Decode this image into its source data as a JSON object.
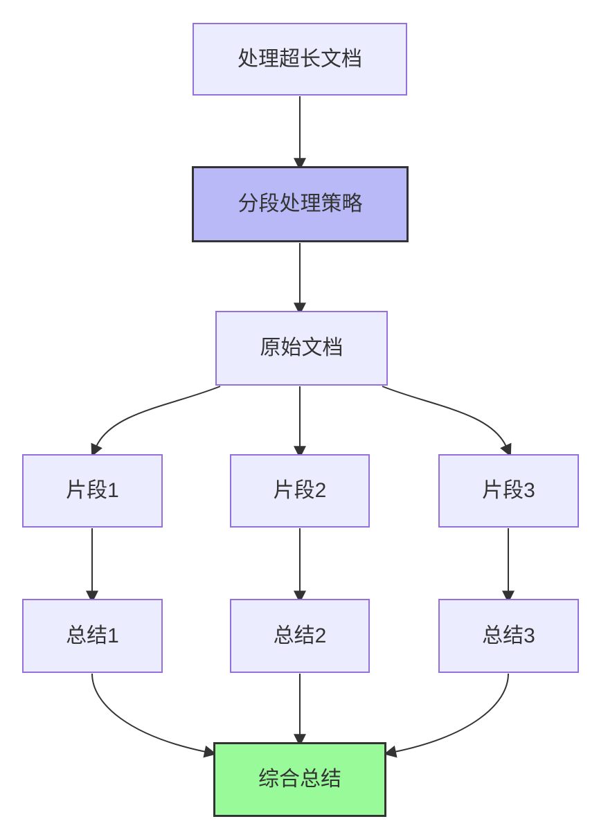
{
  "diagram": {
    "type": "flowchart",
    "direction": "top-down",
    "nodes": [
      {
        "id": "process-long-doc",
        "label": "处理超长文档",
        "style": "default"
      },
      {
        "id": "segment-strategy",
        "label": "分段处理策略",
        "style": "emphasis"
      },
      {
        "id": "original-doc",
        "label": "原始文档",
        "style": "default"
      },
      {
        "id": "fragment-1",
        "label": "片段1",
        "style": "default"
      },
      {
        "id": "fragment-2",
        "label": "片段2",
        "style": "default"
      },
      {
        "id": "fragment-3",
        "label": "片段3",
        "style": "default"
      },
      {
        "id": "summary-1",
        "label": "总结1",
        "style": "default"
      },
      {
        "id": "summary-2",
        "label": "总结2",
        "style": "default"
      },
      {
        "id": "summary-3",
        "label": "总结3",
        "style": "default"
      },
      {
        "id": "final-summary",
        "label": "综合总结",
        "style": "result"
      }
    ],
    "edges": [
      {
        "from": "处理超长文档",
        "to": "分段处理策略"
      },
      {
        "from": "分段处理策略",
        "to": "原始文档"
      },
      {
        "from": "原始文档",
        "to": "片段1"
      },
      {
        "from": "原始文档",
        "to": "片段2"
      },
      {
        "from": "原始文档",
        "to": "片段3"
      },
      {
        "from": "片段1",
        "to": "总结1"
      },
      {
        "from": "片段2",
        "to": "总结2"
      },
      {
        "from": "片段3",
        "to": "总结3"
      },
      {
        "from": "总结1",
        "to": "综合总结"
      },
      {
        "from": "总结2",
        "to": "综合总结"
      },
      {
        "from": "总结3",
        "to": "综合总结"
      }
    ]
  },
  "colors": {
    "background": "#ffffff",
    "node_fill": "#ECECFF",
    "node_border": "#9370DB",
    "emphasis_fill": "#b9b9f8",
    "result_fill": "#99fa99",
    "strong_border": "#333333",
    "edge": "#333333",
    "text": "#333333"
  }
}
